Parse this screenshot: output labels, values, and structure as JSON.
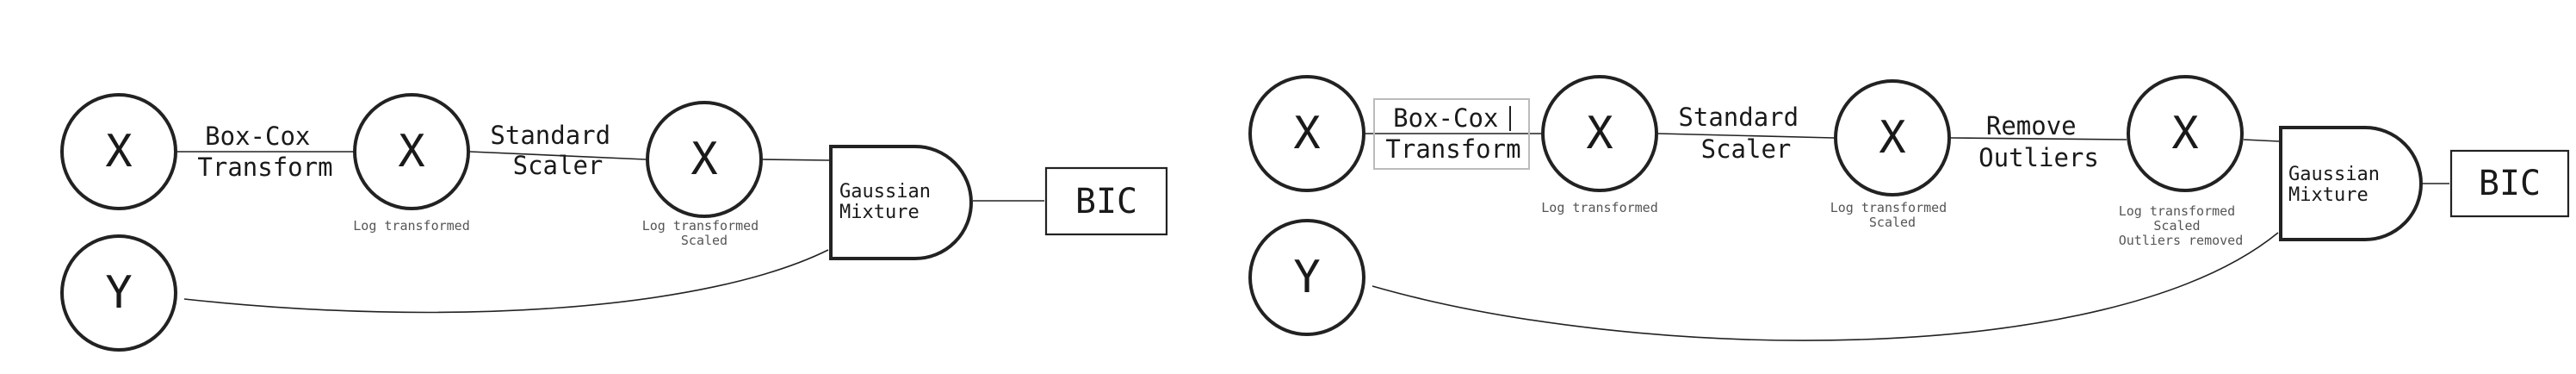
{
  "colors": {
    "ink": "#222222",
    "note": "#555555",
    "highlight": "#bbbbbb",
    "background": "#ffffff"
  },
  "left_pipeline": {
    "x_raw": "X",
    "y_input": "Y",
    "edge_boxcox": [
      "Box-Cox",
      "Transform"
    ],
    "x_log": "X",
    "x_log_note": [
      "Log transformed"
    ],
    "edge_scaler": [
      "Standard",
      "Scaler"
    ],
    "x_scaled": "X",
    "x_scaled_note": [
      "Log transformed",
      "Scaled"
    ],
    "gmm": [
      "Gaussian",
      "Mixture"
    ],
    "bic": "BIC"
  },
  "right_pipeline": {
    "x_raw": "X",
    "y_input": "Y",
    "edge_boxcox": [
      "Box-Cox",
      "Transform"
    ],
    "x_log": "X",
    "x_log_note": [
      "Log transformed"
    ],
    "edge_scaler": [
      "Standard",
      "Scaler"
    ],
    "x_scaled": "X",
    "x_scaled_note": [
      "Log transformed",
      "Scaled"
    ],
    "edge_outliers": [
      "Remove",
      "Outliers"
    ],
    "x_clean": "X",
    "x_clean_note": [
      "Log transformed",
      "Scaled",
      "Outliers removed"
    ],
    "gmm": [
      "Gaussian",
      "Mixture"
    ],
    "bic": "BIC"
  }
}
